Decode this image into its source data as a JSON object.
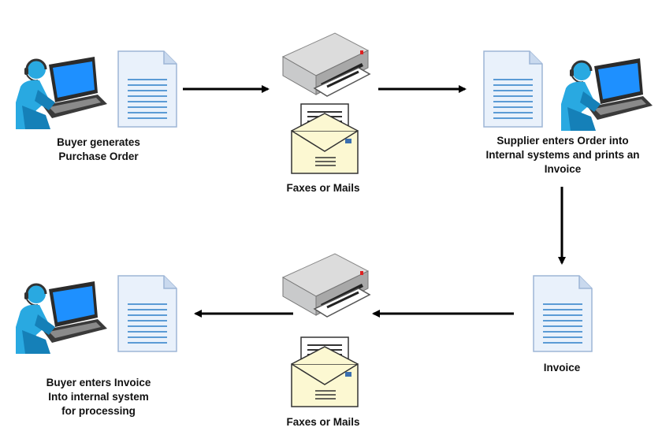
{
  "labels": {
    "buyer_generates": "Buyer generates\nPurchase Order",
    "faxes_mails_top": "Faxes or Mails",
    "supplier_enters": "Supplier enters Order into\nInternal systems and prints an\nInvoice",
    "invoice": "Invoice",
    "faxes_mails_bottom": "Faxes or Mails",
    "buyer_enters": "Buyer enters Invoice\nInto internal system\nfor processing"
  },
  "colors": {
    "person": "#29a9e1",
    "person_dark": "#1580b8",
    "document_fill": "#e9f1fb",
    "document_lines": "#5b9bd5",
    "printer_body": "#c9cacb",
    "printer_dark": "#4d4d4d",
    "envelope_fill": "#fcf8d2",
    "arrow": "#000000"
  },
  "icons": {
    "person": "user-at-computer-icon",
    "document": "document-icon",
    "printer": "fax-machine-icon",
    "envelope": "envelope-icon"
  }
}
